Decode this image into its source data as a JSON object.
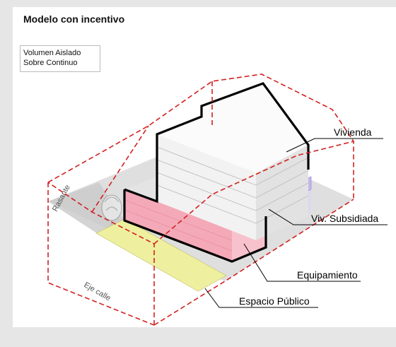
{
  "title": "Modelo con incentivo",
  "infobox": {
    "line1": "Volumen Aislado",
    "line2": "Sobre Continuo"
  },
  "labels": {
    "vivienda": "Vivienda",
    "viv_subsidiada": "Viv. Subsidiada",
    "equipamiento": "Equipamiento",
    "espacio_publico": "Espacio Público",
    "rasante": "Rasante",
    "eje_calle": "Eje calle"
  },
  "colors": {
    "envelope_dashed": "#d42020",
    "equipamiento_fill": "#f4a9b8",
    "viv_subsidiada_fill": "#c5b7ee",
    "espacio_publico_fill": "#eef0a0",
    "ground_fill": "#d9d9d9",
    "building_outline": "#000000"
  }
}
